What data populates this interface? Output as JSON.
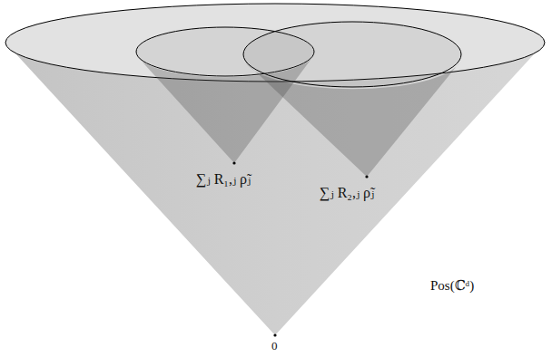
{
  "diagram": {
    "labels": [
      "∑ⱼ R₁,ⱼ ρ̃ⱼ",
      "∑ⱼ R₂,ⱼ ρ̃ⱼ",
      "Pos(ℂᵈ)",
      "0"
    ]
  }
}
